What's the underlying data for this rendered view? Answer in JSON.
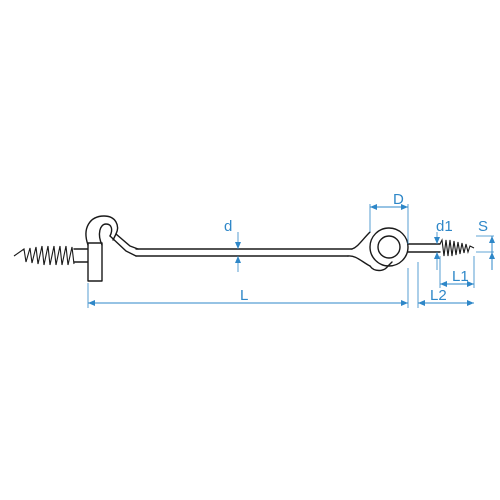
{
  "labels": {
    "d": "d",
    "D": "D",
    "d1": "d1",
    "S": "S",
    "L": "L",
    "L1": "L1",
    "L2": "L2"
  },
  "colors": {
    "dimension": "#2e87c8",
    "outline": "#1a1a1a",
    "background": "#ffffff"
  }
}
